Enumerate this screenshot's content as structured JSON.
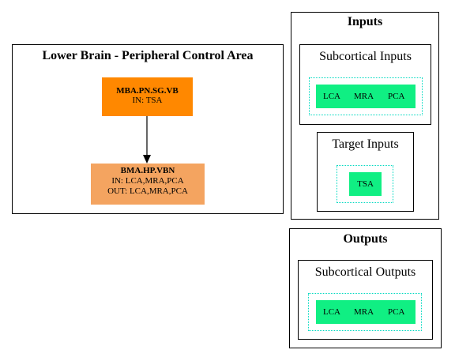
{
  "lower_brain": {
    "title": "Lower Brain - Peripheral Control Area",
    "node_top": {
      "name": "MBA.PN.SG.VB",
      "in": "IN: TSA",
      "color": "#ff8800"
    },
    "node_bottom": {
      "name": "BMA.HP.VBN",
      "in": "IN: LCA,MRA,PCA",
      "out": "OUT: LCA,MRA,PCA",
      "color": "#f4a460"
    }
  },
  "inputs": {
    "title": "Inputs",
    "subcortical": {
      "title": "Subcortical Inputs",
      "items": [
        "LCA",
        "MRA",
        "PCA"
      ]
    },
    "target": {
      "title": "Target Inputs",
      "items": [
        "TSA"
      ]
    }
  },
  "outputs": {
    "title": "Outputs",
    "subcortical": {
      "title": "Subcortical Outputs",
      "items": [
        "LCA",
        "MRA",
        "PCA"
      ]
    }
  },
  "colors": {
    "port_fill": "#10ef83",
    "port_border": "#00d9c0",
    "edge": "#000000"
  }
}
